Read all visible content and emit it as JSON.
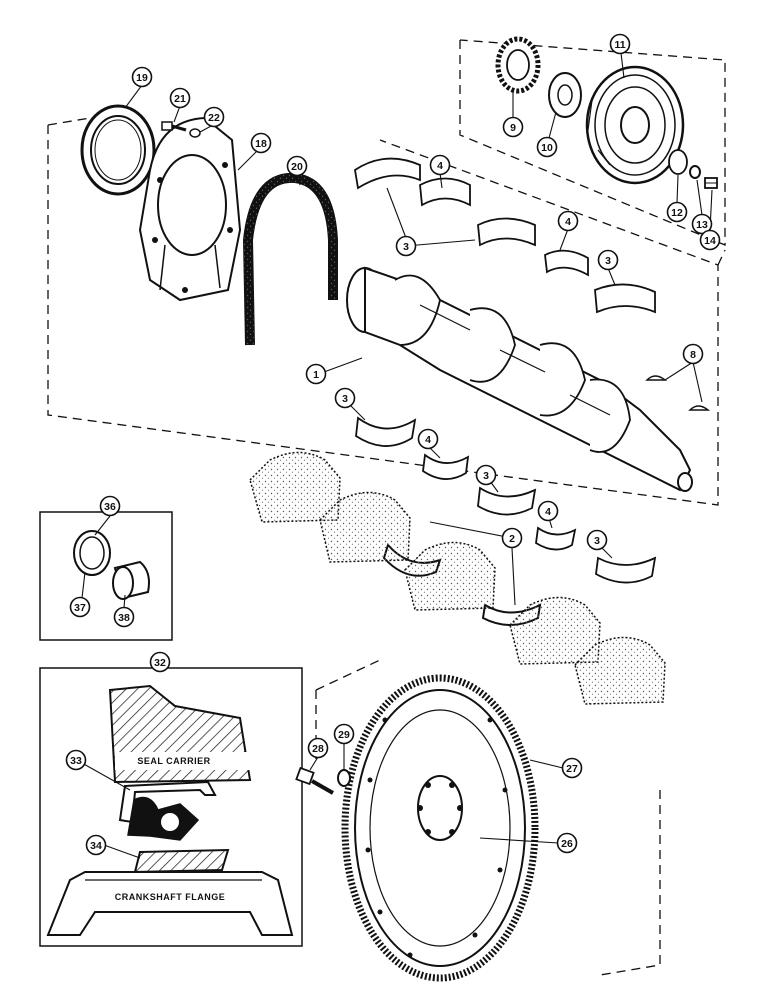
{
  "callouts": {
    "c1": "1",
    "c2": "2",
    "c3a": "3",
    "c3b": "3",
    "c3c": "3",
    "c3d": "3",
    "c3e": "3",
    "c4a": "4",
    "c4b": "4",
    "c4c": "4",
    "c4d": "4",
    "c8": "8",
    "c9": "9",
    "c10": "10",
    "c11": "11",
    "c12": "12",
    "c13": "13",
    "c14": "14",
    "c18": "18",
    "c19": "19",
    "c20": "20",
    "c21": "21",
    "c22": "22",
    "c26": "26",
    "c27": "27",
    "c28": "28",
    "c29": "29",
    "c32": "32",
    "c33": "33",
    "c34": "34",
    "c36": "36",
    "c37": "37",
    "c38": "38"
  },
  "labels": {
    "seal_carrier": "SEAL CARRIER",
    "crankshaft_flange": "CRANKSHAFT FLANGE"
  },
  "colors": {
    "ink": "#111111",
    "paper": "#ffffff",
    "stipple": "#555555"
  }
}
